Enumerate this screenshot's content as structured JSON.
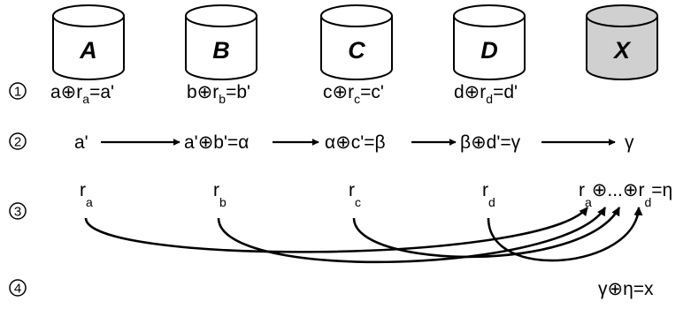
{
  "parties": [
    {
      "name": "A",
      "fill": "#ffffff"
    },
    {
      "name": "B",
      "fill": "#ffffff"
    },
    {
      "name": "C",
      "fill": "#ffffff"
    },
    {
      "name": "D",
      "fill": "#ffffff"
    },
    {
      "name": "X",
      "fill": "#d0d0d0"
    }
  ],
  "steps": [
    "1",
    "2",
    "3",
    "4"
  ],
  "row1": {
    "a": {
      "base": "a⊕r",
      "sub": "a",
      "tail": "=a'"
    },
    "b": {
      "base": "b⊕r",
      "sub": "b",
      "tail": "=b'"
    },
    "c": {
      "base": "c⊕r",
      "sub": "c",
      "tail": "=c'"
    },
    "d": {
      "base": "d⊕r",
      "sub": "d",
      "tail": "=d'"
    }
  },
  "row2": [
    "a'",
    "a'⊕b'=α",
    "α⊕c'=β",
    "β⊕d'=γ",
    "γ"
  ],
  "row3": {
    "ra": {
      "base": "r",
      "sub": "a"
    },
    "rb": {
      "base": "r",
      "sub": "b"
    },
    "rc": {
      "base": "r",
      "sub": "c"
    },
    "rd": {
      "base": "r",
      "sub": "d"
    },
    "combined": {
      "r1": "r",
      "s1": "a",
      "mid": "⊕...⊕r",
      "s2": "d",
      "tail": "=η"
    }
  },
  "row4": "γ⊕η=x"
}
